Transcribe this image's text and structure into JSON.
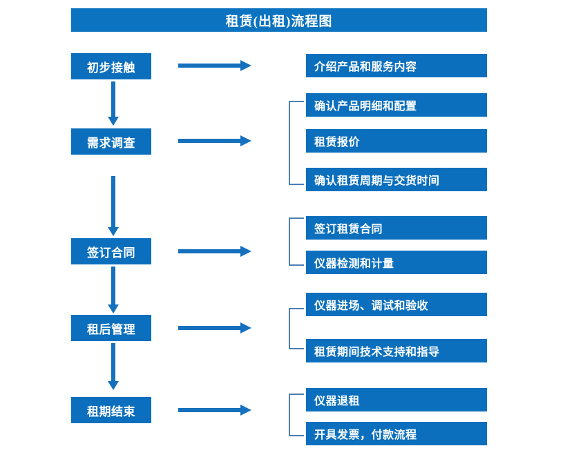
{
  "title": "租赁(出租)流程图",
  "stages": [
    {
      "label": "初步接触",
      "details": [
        "介绍产品和服务内容"
      ]
    },
    {
      "label": "需求调查",
      "details": [
        "确认产品明细和配置",
        "租赁报价",
        "确认租赁周期与交货时间"
      ]
    },
    {
      "label": "签订合同",
      "details": [
        "签订租赁合同",
        "仪器检测和计量"
      ]
    },
    {
      "label": "租后管理",
      "details": [
        "仪器进场、调试和验收",
        "租赁期间技术支持和指导"
      ]
    },
    {
      "label": "租期结束",
      "details": [
        "仪器退租",
        "开具发票，付款流程"
      ]
    }
  ],
  "colors": {
    "box_blue": "#0b6fbd",
    "title_blue": "#0b73c0",
    "arrow_blue": "#1570bd",
    "bracket_blue": "#4a7fb5",
    "text_white": "#ffffff",
    "background": "#ffffff"
  }
}
